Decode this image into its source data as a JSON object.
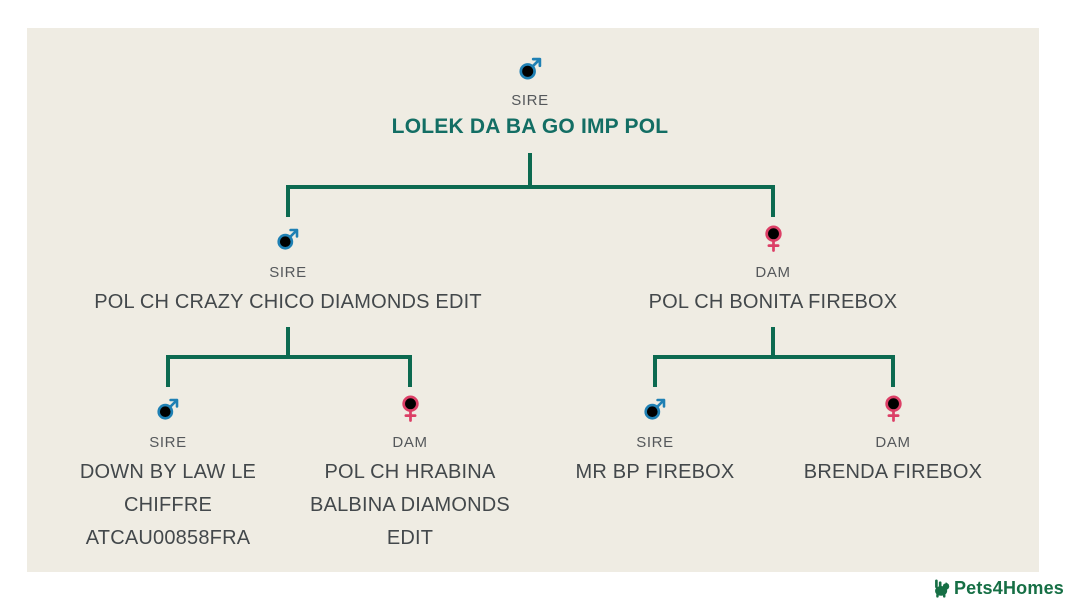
{
  "panel": {
    "background": "#efece3"
  },
  "colors": {
    "connector": "#0c6a50",
    "root_name": "#136e64",
    "name_text": "#43484b",
    "role_text": "#55585b",
    "male": "#1f80b4",
    "female": "#dc3f66",
    "logo": "#166f45",
    "panel_bg": "#efece3"
  },
  "tree": {
    "root": {
      "role": "SIRE",
      "sex": "male",
      "name": "LOLEK DA BA GO IMP POL"
    },
    "gen2": [
      {
        "role": "SIRE",
        "sex": "male",
        "name": "POL CH CRAZY CHICO DIAMONDS EDIT"
      },
      {
        "role": "DAM",
        "sex": "female",
        "name": "POL CH BONITA FIREBOX"
      }
    ],
    "gen3": [
      {
        "role": "SIRE",
        "sex": "male",
        "name": "DOWN BY LAW LE\nCHIFFRE\nATCAU00858FRA"
      },
      {
        "role": "DAM",
        "sex": "female",
        "name": "POL CH HRABINA\nBALBINA DIAMONDS\nEDIT"
      },
      {
        "role": "SIRE",
        "sex": "male",
        "name": "MR BP FIREBOX"
      },
      {
        "role": "DAM",
        "sex": "female",
        "name": "BRENDA FIREBOX"
      }
    ]
  },
  "branding": {
    "logo_text": "Pets4Homes"
  }
}
